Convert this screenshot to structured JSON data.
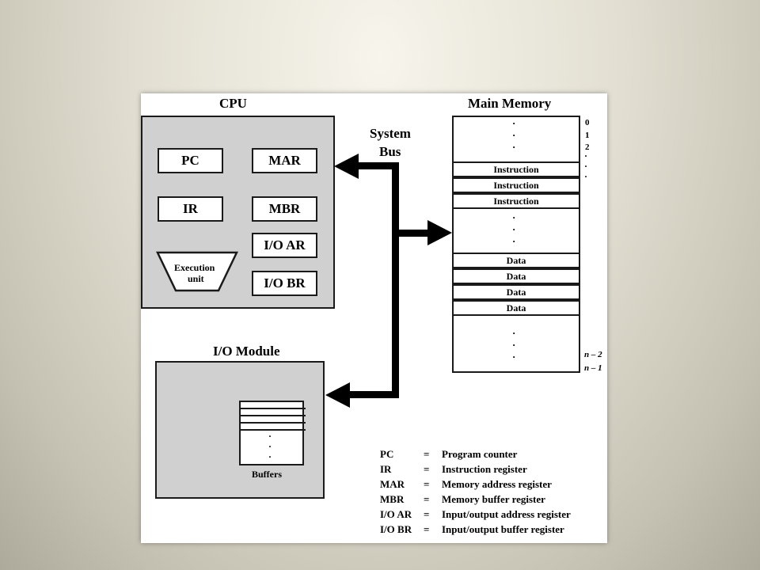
{
  "cpu": {
    "title": "CPU",
    "registers": {
      "pc": "PC",
      "mar": "MAR",
      "ir": "IR",
      "mbr": "MBR",
      "ioar": "I/O AR",
      "iobr": "I/O BR"
    },
    "execution_unit": {
      "line1": "Execution",
      "line2": "unit"
    }
  },
  "bus": {
    "line1": "System",
    "line2": "Bus"
  },
  "memory": {
    "title": "Main Memory",
    "rows": {
      "instruction1": "Instruction",
      "instruction2": "Instruction",
      "instruction3": "Instruction",
      "data1": "Data",
      "data2": "Data",
      "data3": "Data",
      "data4": "Data"
    },
    "addresses": {
      "a0": "0",
      "a1": "1",
      "a2": "2",
      "n2": "n – 2",
      "n1": "n – 1"
    }
  },
  "io_module": {
    "title": "I/O Module",
    "buffers_label": "Buffers"
  },
  "legend": [
    {
      "abbr": "PC",
      "eq": "=",
      "desc": "Program counter"
    },
    {
      "abbr": "IR",
      "eq": "=",
      "desc": "Instruction register"
    },
    {
      "abbr": "MAR",
      "eq": "=",
      "desc": "Memory address register"
    },
    {
      "abbr": "MBR",
      "eq": "=",
      "desc": "Memory buffer register"
    },
    {
      "abbr": "I/O AR",
      "eq": "=",
      "desc": "Input/output address register"
    },
    {
      "abbr": "I/O BR",
      "eq": "=",
      "desc": "Input/output buffer register"
    }
  ]
}
